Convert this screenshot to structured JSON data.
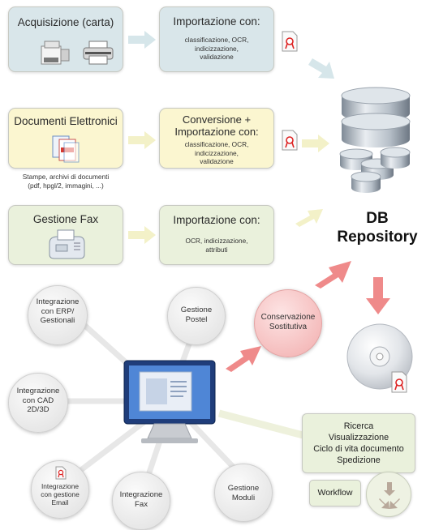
{
  "acquisizione": {
    "title": "Acquisizione (carta)"
  },
  "importazione1": {
    "title": "Importazione con:",
    "detail": [
      "classificazione, OCR,",
      "indicizzazione,",
      "validazione"
    ]
  },
  "documenti": {
    "title": "Documenti Elettronici",
    "caption": [
      "Stampe, archivi di documenti",
      "(pdf, hpgl/2, immagini, ...)"
    ]
  },
  "conversione": {
    "title": [
      "Conversione  +",
      "Importazione con:"
    ],
    "detail": [
      "classificazione, OCR,",
      "indicizzazione,",
      "validazione"
    ]
  },
  "fax": {
    "title": "Gestione Fax"
  },
  "importazione2": {
    "title": "Importazione con:",
    "detail": [
      "OCR, indicizzazione,",
      "attributi"
    ]
  },
  "db": {
    "line1": "DB",
    "line2": "Repository"
  },
  "conservazione": [
    "Conservazione",
    "Sostitutiva"
  ],
  "circles": {
    "erp": [
      "Integrazione",
      "con ERP/",
      "Gestionali"
    ],
    "postel": [
      "Gestione",
      "Postel"
    ],
    "cad": [
      "Integrazione",
      "con CAD",
      "2D/3D"
    ],
    "email": [
      "Integrazione",
      "con gestione",
      "Email"
    ],
    "fax": [
      "Integrazione",
      "Fax"
    ],
    "moduli": [
      "Gestione",
      "Moduli"
    ]
  },
  "ricerca": [
    "Ricerca",
    "Visualizzazione",
    "Ciclo di vita documento",
    "Spedizione"
  ],
  "workflow": "Workflow",
  "colors": {
    "blue_box": "#d9e6ea",
    "yellow_box": "#fbf6d0",
    "green_box": "#eaf1dc",
    "red_arrow": "#ef8a8a",
    "pale_arrow": "#f3f0c6",
    "blue_arrow": "#cfe0e6"
  },
  "icons": [
    "copier-icon",
    "printer-icon",
    "certified-document-icon",
    "pdf-documents-icon",
    "fax-machine-icon",
    "database-icon",
    "monitor-icon",
    "disc-icon",
    "workflow-arrows-icon"
  ]
}
